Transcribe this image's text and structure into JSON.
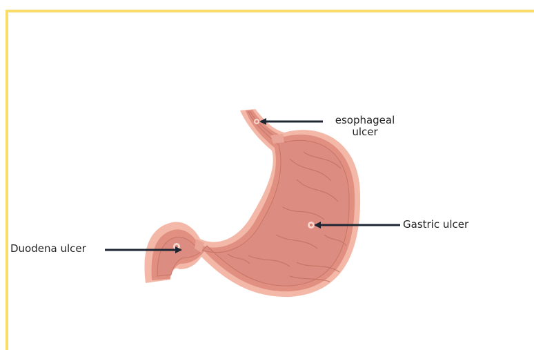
{
  "labels": {
    "esophageal_line1": "esophageal",
    "esophageal_line2": "ulcer",
    "gastric": "Gastric ulcer",
    "duodena": "Duodena ulcer"
  },
  "colors": {
    "frame": "#f9dc6a",
    "stomach_outer": "#f3b8a8",
    "stomach_wall": "#e0897a",
    "stomach_inner": "#d98a7e",
    "arrow": "#1e2533"
  }
}
